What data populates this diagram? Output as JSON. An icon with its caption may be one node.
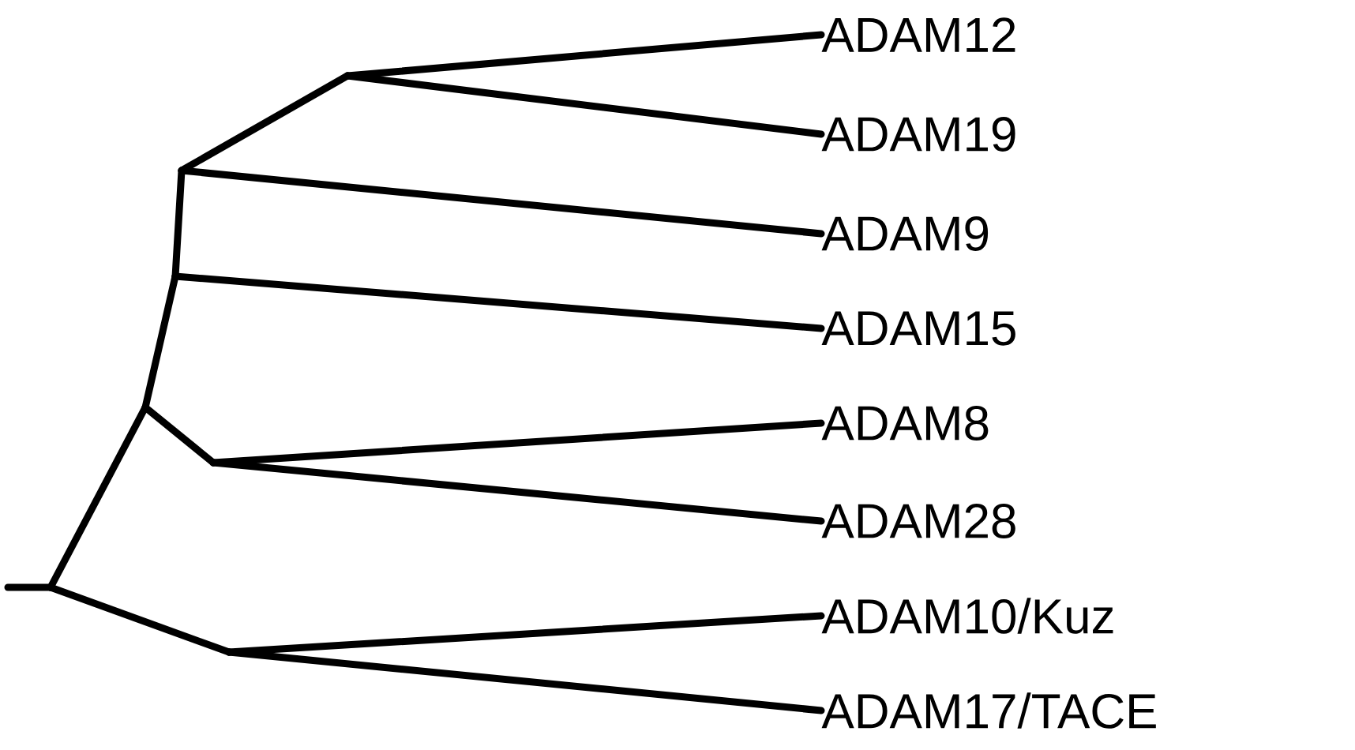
{
  "diagram": {
    "nodes": [
      {
        "text": [],
        "shape": "point"
      },
      {
        "text": [],
        "shape": "point"
      },
      {
        "text": [],
        "shape": "point"
      },
      {
        "text": [],
        "shape": "point"
      },
      {
        "text": [],
        "shape": "point"
      },
      {
        "text": [
          "ADAM12"
        ]
      },
      {
        "text": [
          "ADAM19"
        ]
      },
      {
        "text": [
          "ADAM9"
        ]
      },
      {
        "text": [
          "ADAM15"
        ]
      },
      {
        "text": [],
        "shape": "point"
      },
      {
        "text": [
          "ADAM8"
        ]
      },
      {
        "text": [
          "ADAM28"
        ]
      },
      {
        "text": [],
        "shape": "point"
      },
      {
        "text": [
          "ADAM10/Kuz"
        ]
      },
      {
        "text": [
          "ADAM17/TACE"
        ]
      }
    ],
    "edges": [
      {
        "from": null,
        "to": 0,
        "arrow": "none"
      },
      {
        "from": 0,
        "to": 1,
        "arrow": "none"
      },
      {
        "from": 0,
        "to": 12,
        "arrow": "none"
      },
      {
        "from": 1,
        "to": 2,
        "arrow": "none"
      },
      {
        "from": 1,
        "to": 9,
        "arrow": "none"
      },
      {
        "from": 2,
        "to": 3,
        "arrow": "none"
      },
      {
        "from": 2,
        "to": 8,
        "arrow": "none"
      },
      {
        "from": 3,
        "to": 4,
        "arrow": "none"
      },
      {
        "from": 3,
        "to": 7,
        "arrow": "none"
      },
      {
        "from": 4,
        "to": 5,
        "arrow": "none"
      },
      {
        "from": 4,
        "to": 6,
        "arrow": "none"
      },
      {
        "from": 9,
        "to": 10,
        "arrow": "none"
      },
      {
        "from": 9,
        "to": 11,
        "arrow": "none"
      },
      {
        "from": 12,
        "to": 13,
        "arrow": "none"
      },
      {
        "from": 12,
        "to": 14,
        "arrow": "none"
      }
    ]
  }
}
